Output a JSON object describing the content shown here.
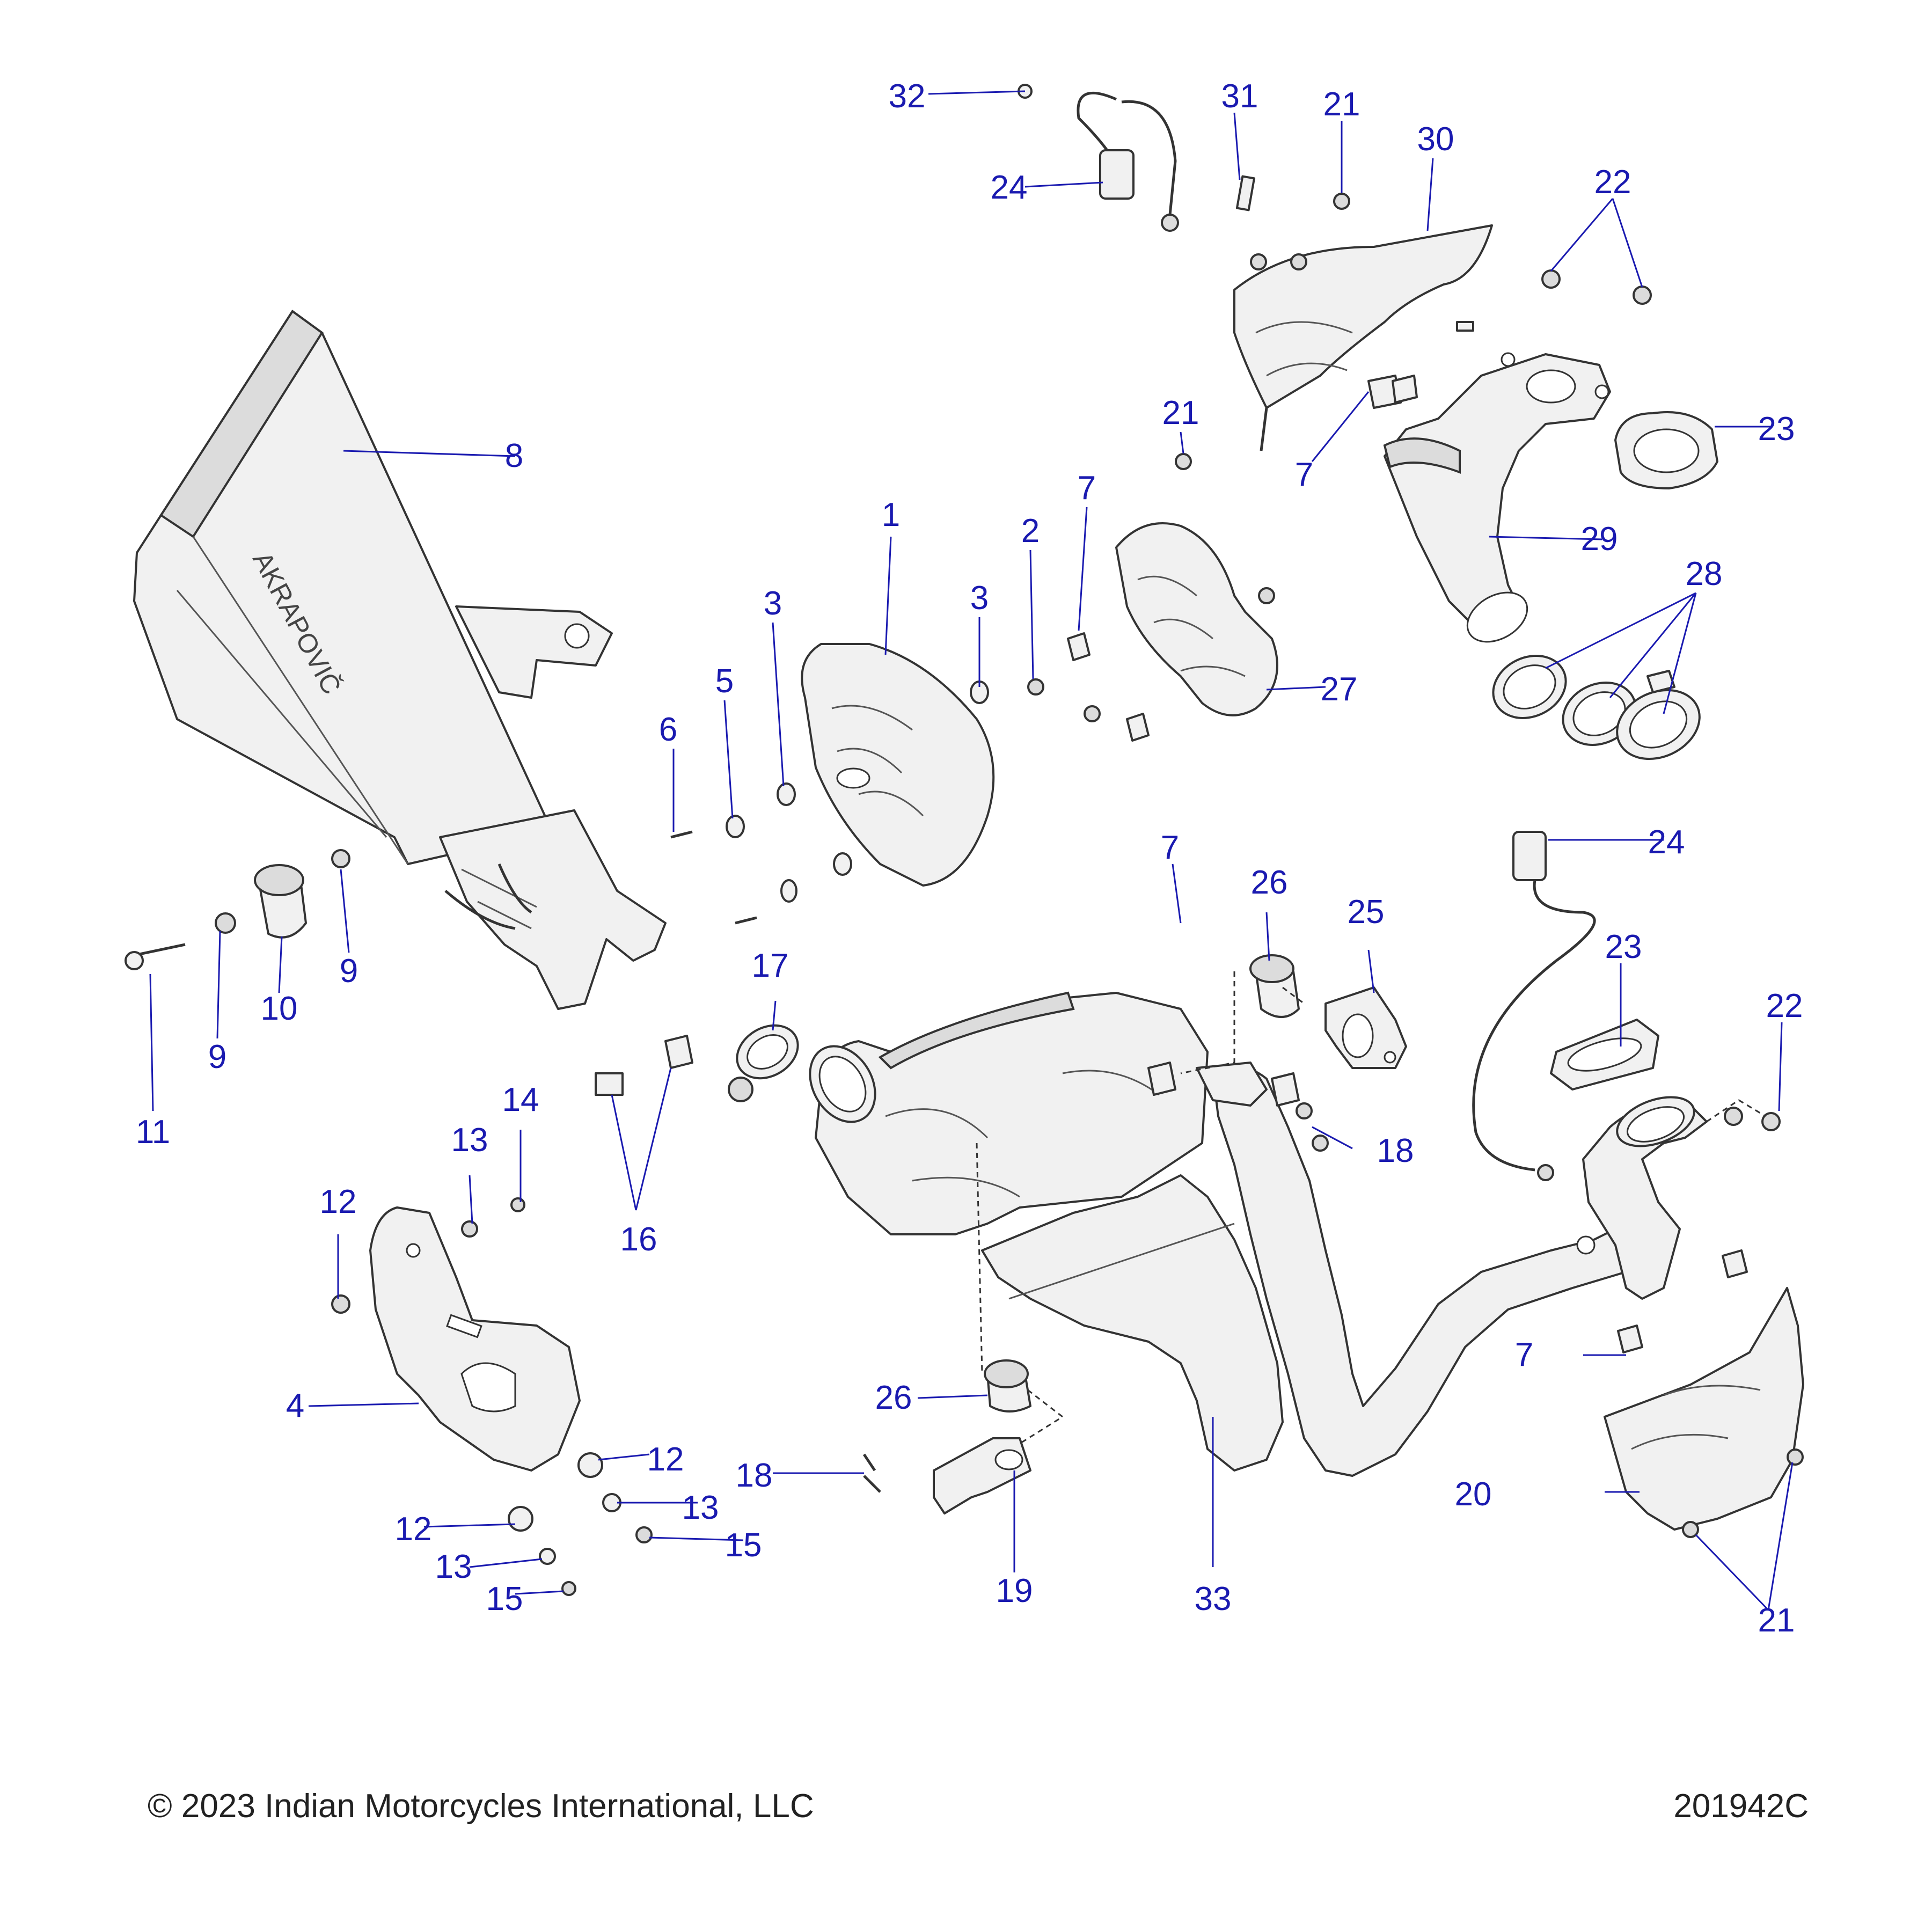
{
  "callouts": {
    "c1": "1",
    "c2": "2",
    "c3a": "3",
    "c3b": "3",
    "c4": "4",
    "c5": "5",
    "c6": "6",
    "c7a": "7",
    "c7b": "7",
    "c7c": "7",
    "c7d": "7",
    "c8": "8",
    "c9a": "9",
    "c9b": "9",
    "c10": "10",
    "c11": "11",
    "c12a": "12",
    "c12b": "12",
    "c12c": "12",
    "c13a": "13",
    "c13b": "13",
    "c13c": "13",
    "c14": "14",
    "c15a": "15",
    "c15b": "15",
    "c16": "16",
    "c17": "17",
    "c18a": "18",
    "c18b": "18",
    "c19": "19",
    "c20": "20",
    "c21a": "21",
    "c21b": "21",
    "c21c": "21",
    "c22a": "22",
    "c22b": "22",
    "c23a": "23",
    "c23b": "23",
    "c24a": "24",
    "c24b": "24",
    "c25": "25",
    "c26a": "26",
    "c26b": "26",
    "c27": "27",
    "c28": "28",
    "c29": "29",
    "c30": "30",
    "c31": "31",
    "c32": "32",
    "c33": "33"
  },
  "footer": {
    "copyright": "© 2023 Indian Motorcycles International, LLC",
    "drawing_id": "201942C"
  }
}
